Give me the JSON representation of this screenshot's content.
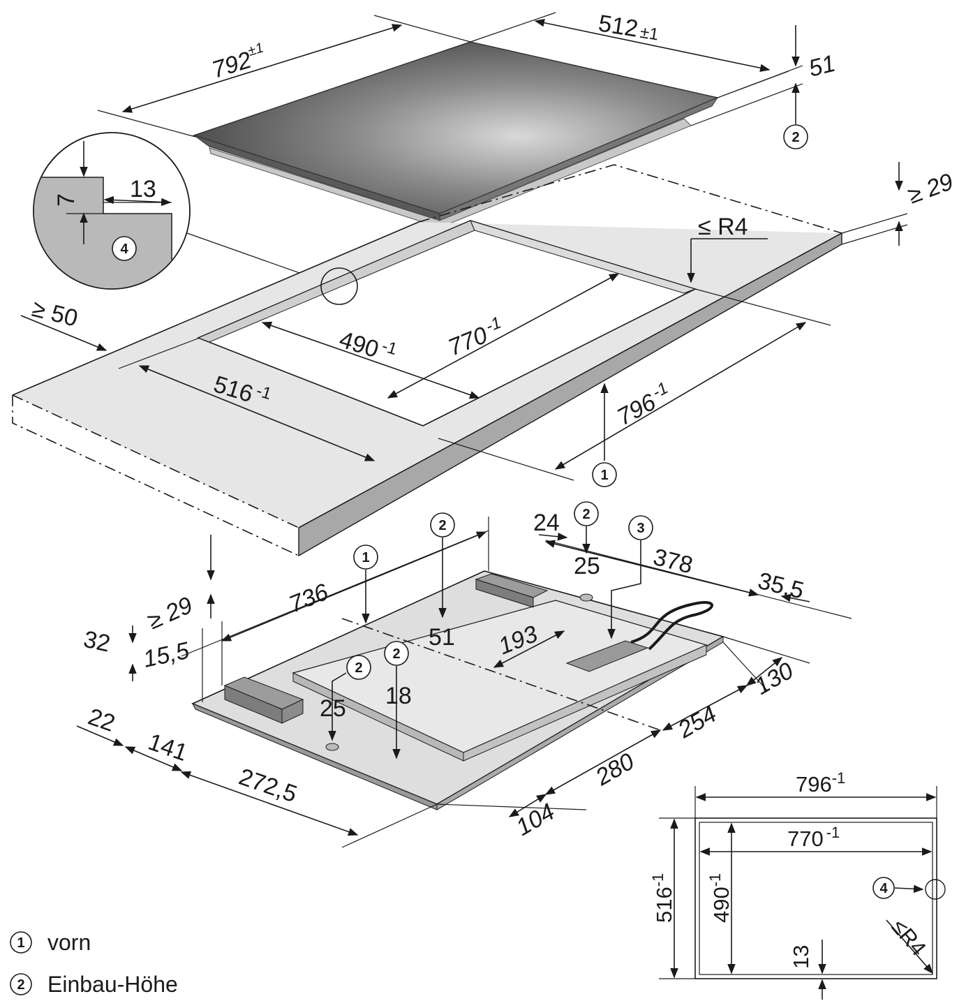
{
  "hob": {
    "dims": {
      "length": "792",
      "length_tol": "±1",
      "depth": "512",
      "depth_tol": "±1",
      "height": "51"
    },
    "callout": "2"
  },
  "detail": {
    "step_width": "13",
    "step_height": "7",
    "callout": "4"
  },
  "worktop": {
    "dims": {
      "front_distance": "≥ 50",
      "cutout_width": "516",
      "cutout_width_tol": "-1",
      "cutout_inner_depth": "490",
      "cutout_inner_depth_tol": "-1",
      "cutout_inner_length": "770",
      "cutout_inner_length_tol": "-1",
      "cutout_length": "796",
      "cutout_length_tol": "-1",
      "radius": "≤ R4",
      "thickness": "≥ 29"
    },
    "callout": "1"
  },
  "underside": {
    "dims": {
      "thickness": "≥ 29",
      "d736": "736",
      "d24": "24",
      "d25_top": "25",
      "d378": "378",
      "d35_5": "35,5",
      "d51": "51",
      "d193": "193",
      "d130": "130",
      "d254": "254",
      "d280": "280",
      "d104": "104",
      "d272_5": "272,5",
      "d141": "141",
      "d22": "22",
      "d32": "32",
      "d15_5": "15,5",
      "d25_bottom": "25",
      "d18": "18"
    },
    "callouts": [
      "1",
      "2",
      "2",
      "3",
      "2",
      "2"
    ]
  },
  "plan": {
    "dims": {
      "outer_length": "796",
      "outer_length_tol": "-1",
      "inner_length": "770",
      "inner_length_tol": "-1",
      "outer_depth": "516",
      "outer_depth_tol": "-1",
      "inner_depth": "490",
      "inner_depth_tol": "-1",
      "step": "13",
      "radius": "≤R4"
    },
    "callout": "4"
  },
  "legend": [
    {
      "num": "1",
      "label": "vorn"
    },
    {
      "num": "2",
      "label": "Einbau-Höhe"
    }
  ]
}
